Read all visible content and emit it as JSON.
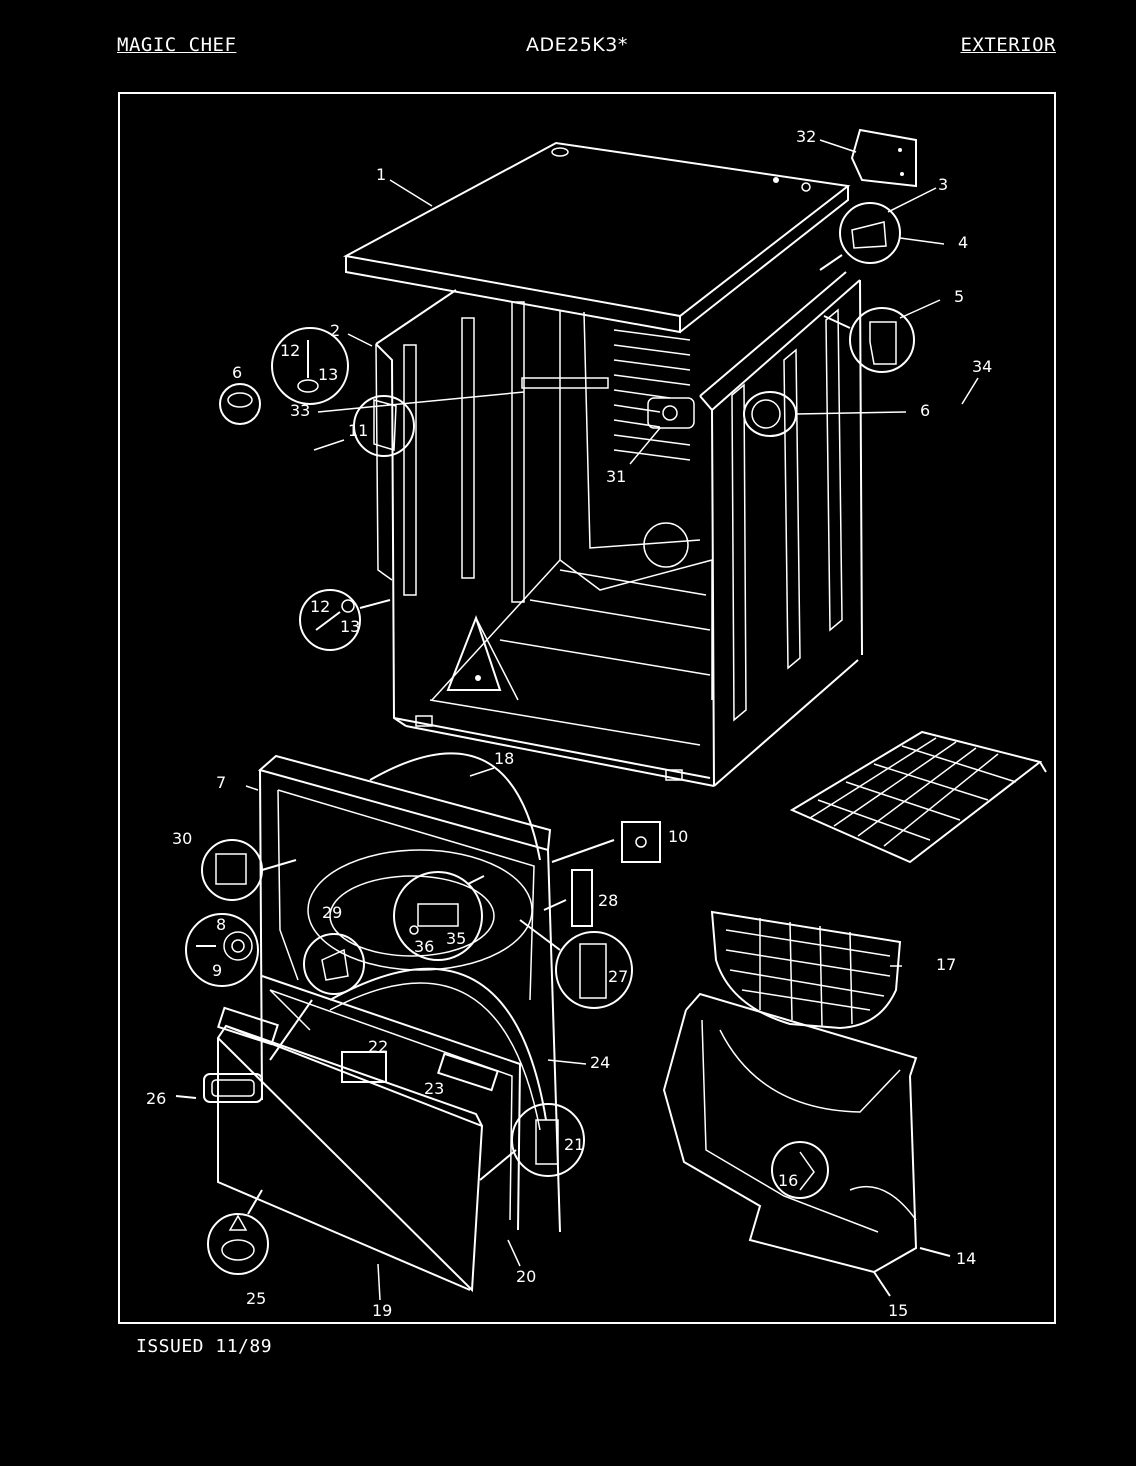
{
  "header": {
    "brand": "MAGIC CHEF",
    "model": "ADE25K3*",
    "section": "EXTERIOR"
  },
  "footer": {
    "issued": "ISSUED 11/89"
  },
  "callouts": [
    "1",
    "2",
    "3",
    "4",
    "5",
    "6",
    "33",
    "31",
    "32",
    "12",
    "13",
    "6",
    "12",
    "13",
    "7",
    "11",
    "18",
    "34",
    "30",
    "10",
    "29",
    "28",
    "8",
    "9",
    "35",
    "36",
    "27",
    "17",
    "22",
    "24",
    "26",
    "23",
    "21",
    "16",
    "14",
    "25",
    "19",
    "20",
    "15"
  ],
  "icons": {
    "cabinet": "dryer-cabinet-icon",
    "front_panel": "front-panel-icon",
    "door": "door-icon",
    "rack": "drying-rack-icon",
    "lint": "lint-filter-icon",
    "toe_panel": "toe-panel-icon"
  }
}
